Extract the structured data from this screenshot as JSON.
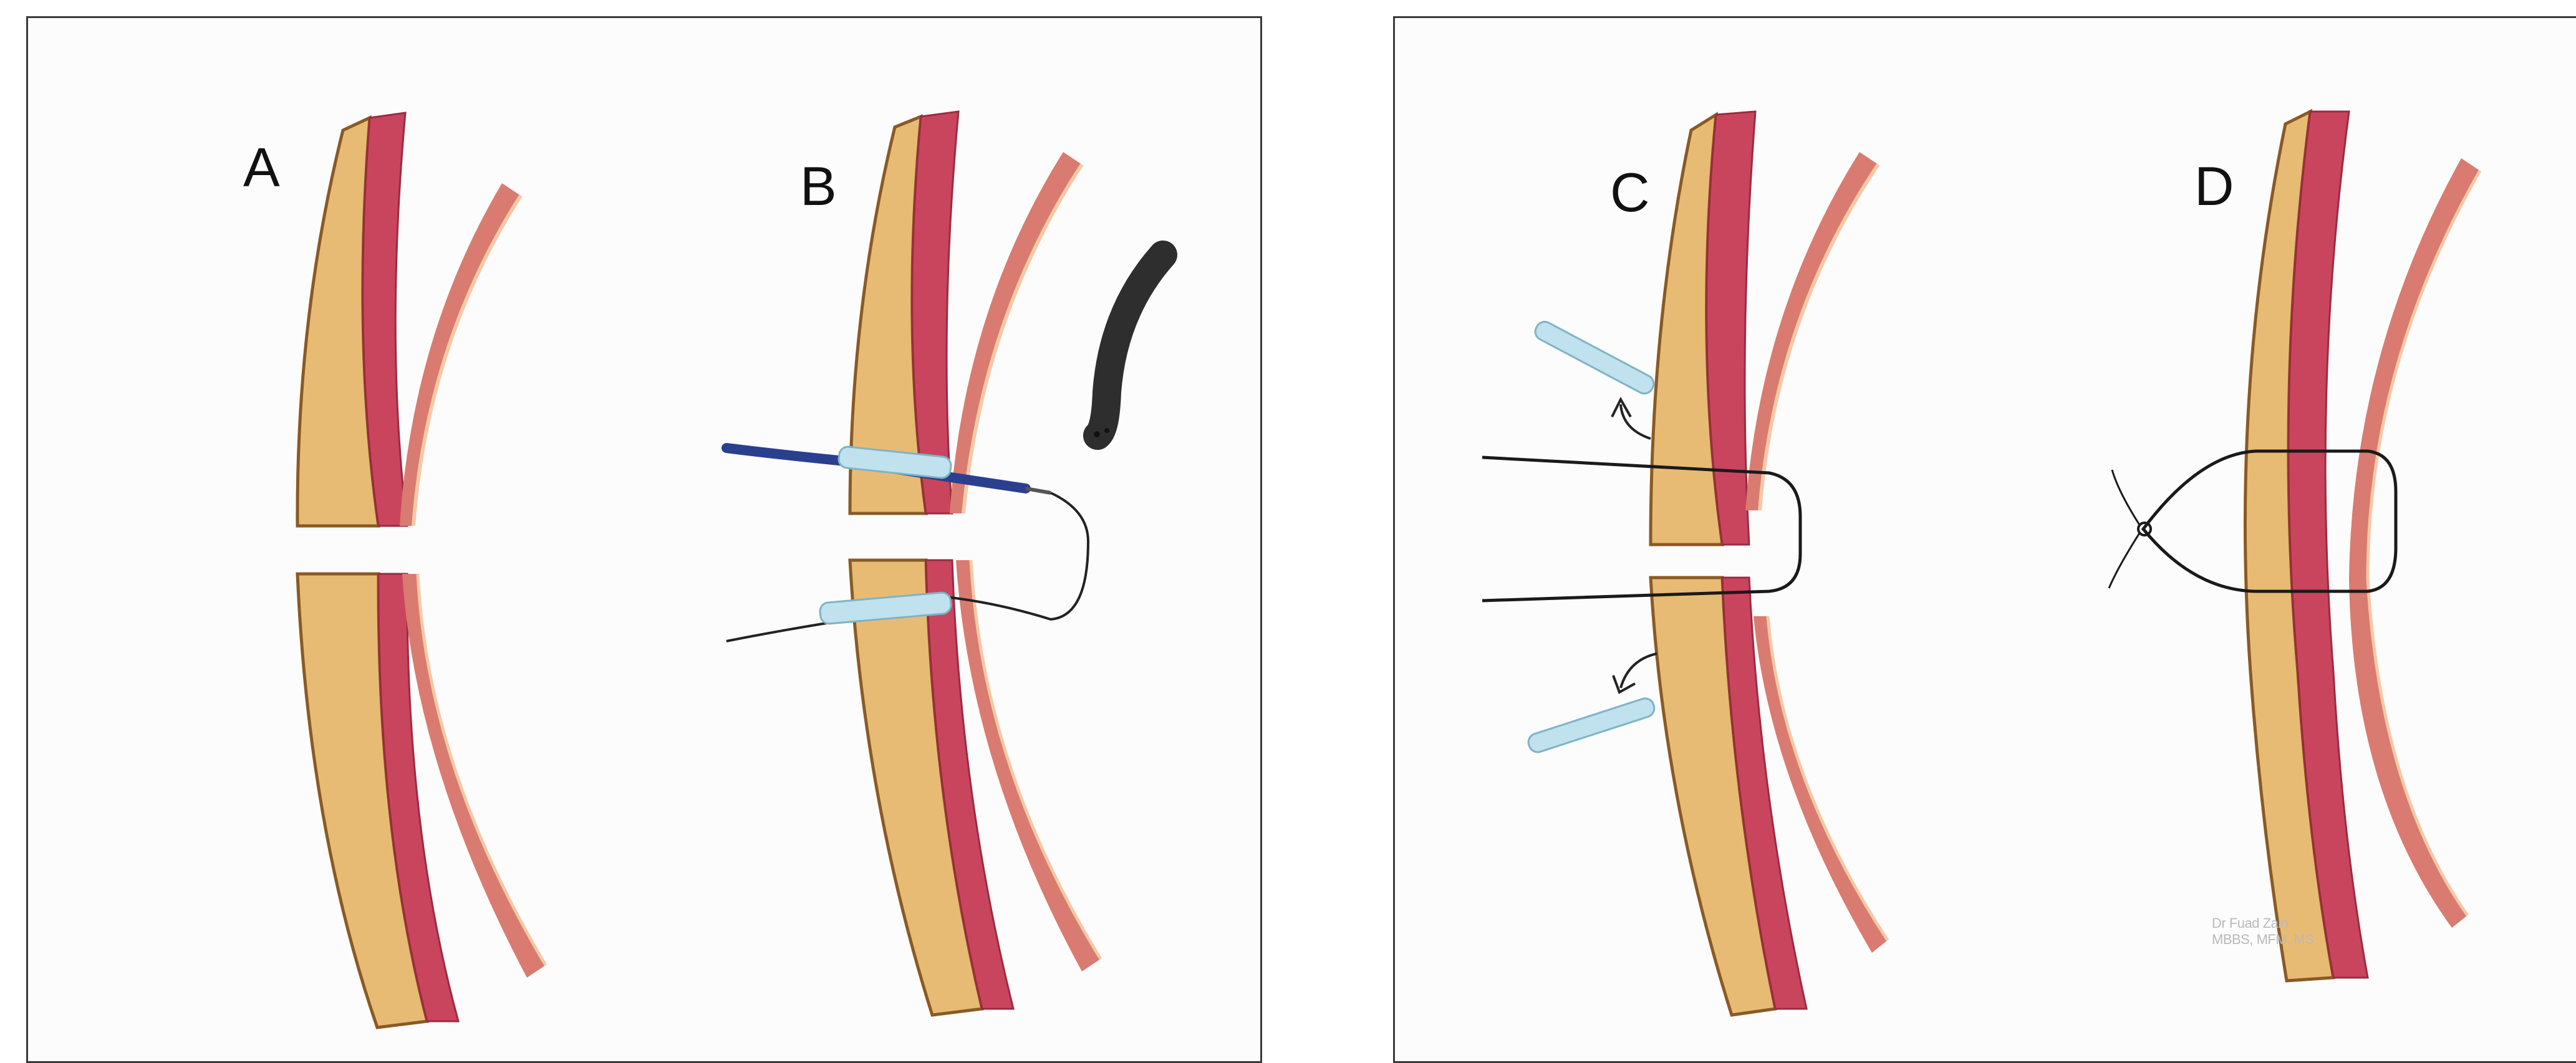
{
  "labels": {
    "a": "A",
    "b": "B",
    "c": "C",
    "d": "D"
  },
  "watermark": {
    "line1": "Dr Fuad Zain",
    "line2": "MBBS, MFM, MS"
  },
  "colors": {
    "fat": "#e8bb74",
    "fat_edge": "#8a5a24",
    "muscle": "#c9455d",
    "muscle_dark": "#9c2a40",
    "peritoneum": "#d97b70",
    "bolster": "#bfe2ee",
    "tool_blue": "#2b3f8f",
    "scope": "#2e2e2e"
  },
  "icons": [
    "suture-passer-icon",
    "endoscope-icon",
    "bolster-icon",
    "suture-icon",
    "knot-icon",
    "arrow-icon"
  ]
}
